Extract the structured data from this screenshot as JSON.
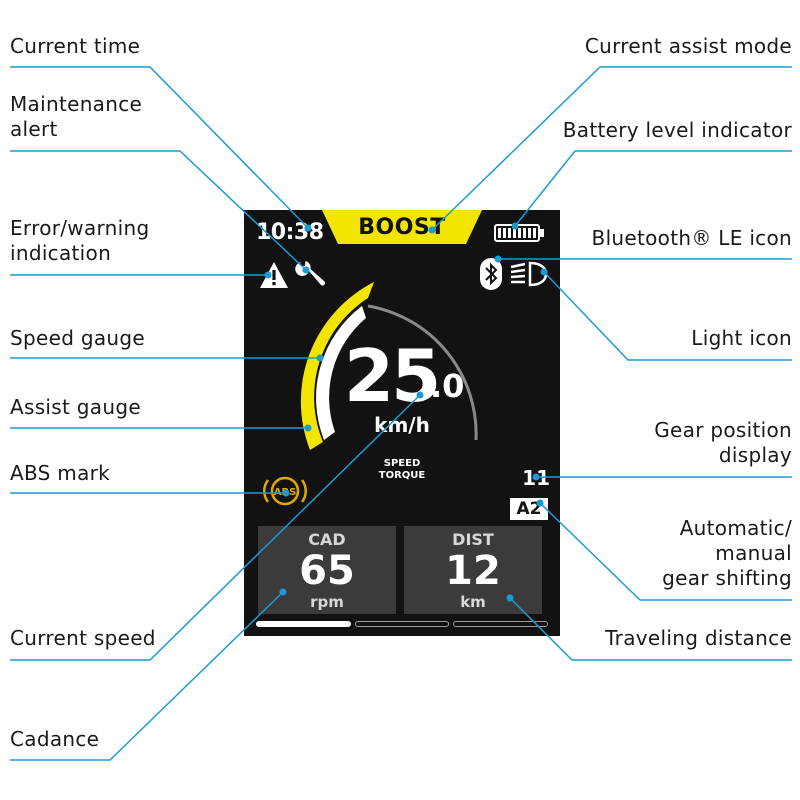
{
  "callouts": {
    "current_time": "Current time",
    "maintenance_alert": "Maintenance\nalert",
    "error_warning": "Error/warning\nindication",
    "speed_gauge": "Speed gauge",
    "assist_gauge": "Assist gauge",
    "abs_mark": "ABS mark",
    "current_speed": "Current speed",
    "cadence": "Cadance",
    "current_assist_mode": "Current assist mode",
    "battery_level": "Battery level indicator",
    "bluetooth": "Bluetooth® LE icon",
    "light": "Light icon",
    "gear_position": "Gear position\ndisplay",
    "auto_manual": "Automatic/\nmanual\ngear shifting",
    "traveling_distance": "Traveling distance"
  },
  "display": {
    "time": "10:38",
    "assist_mode": "BOOST",
    "battery_level": 1.0,
    "speed_whole": "25",
    "speed_decimal": ".0",
    "speed_unit": "km/h",
    "gauge_mode_line1": "SPEED",
    "gauge_mode_line2": "TORQUE",
    "abs_label": "ABS",
    "gear": "11",
    "shift_mode": "A2",
    "panels": [
      {
        "label": "CAD",
        "value": "65",
        "unit": "rpm"
      },
      {
        "label": "DIST",
        "value": "12",
        "unit": "km"
      }
    ],
    "page_count": 3,
    "active_page": 1
  },
  "colors": {
    "screen_bg": "#121212",
    "accent_yellow": "#f2e600",
    "leader_line": "#1b9ad6",
    "panel_bg": "#3b3b3b"
  },
  "icons": {
    "warning": "warning-triangle-icon",
    "maintenance": "wrench-icon",
    "bluetooth": "bluetooth-icon",
    "light": "headlight-icon",
    "abs": "abs-icon"
  }
}
